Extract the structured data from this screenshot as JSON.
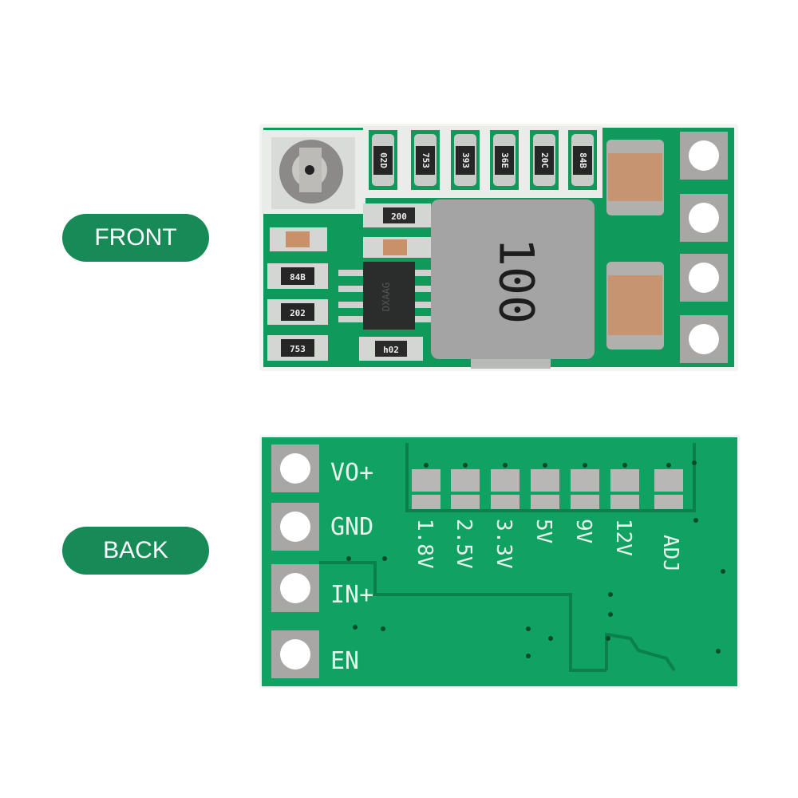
{
  "labels": {
    "front": "FRONT",
    "back": "BACK"
  },
  "front_board": {
    "top_resistors": [
      "02D",
      "753",
      "393",
      "36E",
      "20C",
      "84B"
    ],
    "left_resistors": [
      "84B",
      "202",
      "753"
    ],
    "mid_resistors": [
      "200",
      "h02"
    ],
    "ic_marking": "DXAAG",
    "inductor_marking": "100"
  },
  "back_board": {
    "pins": [
      "VO+",
      "GND",
      "IN+",
      "EN"
    ],
    "voltage_options": [
      "1.8V",
      "2.5V",
      "3.3V",
      "5V",
      "9V",
      "12V",
      "ADJ"
    ]
  },
  "colors": {
    "pcb": "#0f9a5c",
    "pill": "#178a58",
    "pad": "#a9a7a6"
  }
}
